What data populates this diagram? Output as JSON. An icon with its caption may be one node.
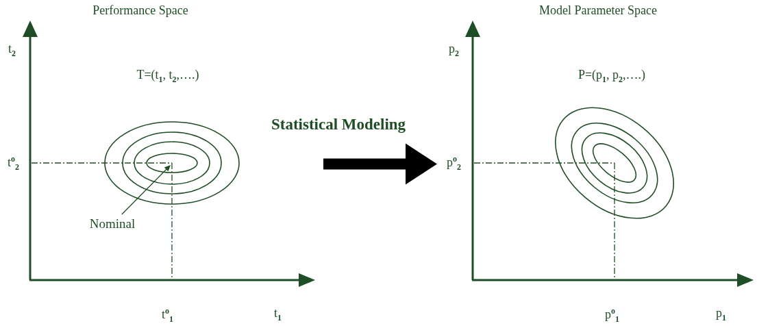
{
  "diagram": {
    "nodes": [
      {
        "text": [
          "Performance Space"
        ]
      },
      {
        "text": [
          "Model Parameter Space"
        ]
      },
      {
        "text": [
          "Nominal"
        ],
        "in": 0
      }
    ],
    "edges": [
      {
        "from": 0,
        "to": 1,
        "arrow": "to",
        "label": "Statistical Modeling",
        "style": "thick",
        "color": "#000000"
      },
      {
        "from": 2,
        "to": null,
        "arrow": "to"
      }
    ],
    "labels": [
      "t$_{2}$",
      "T=(t$_{1}$, t$_{2}$,….)",
      "t$^{o}$$_{2}$",
      "t$^{o}$$_{1}$",
      "t$_{1}$",
      "p$_{2}$",
      "P=(p$_{1}$, p$_{2}$,….)",
      "p$^{o}$$_{2}$",
      "p$^{o}$$_{1}$",
      "p$_{1}$"
    ]
  }
}
